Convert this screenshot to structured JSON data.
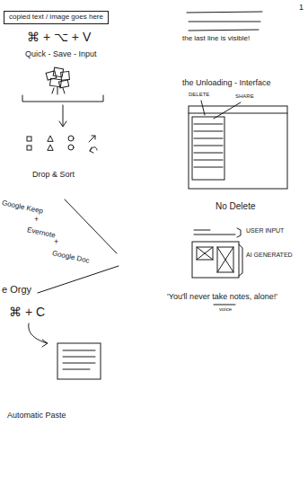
{
  "diagram": {
    "nodes": [
      {
        "text": [
          "copied text / image goes here"
        ]
      }
    ],
    "labels": [
      "1",
      "⌘ + ⌥ + V",
      "Quick - Save - Input",
      "Drop & Sort",
      "Google Keep",
      "+",
      "Evernote",
      "+",
      "Google Doc",
      "e Orgy",
      "⌘ + C",
      "Automatic Paste",
      "the last line is visible!",
      "the Unloading - Interface",
      "DELETE",
      "SHARE",
      "No Delete",
      "USER INPUT",
      "AI GENERATED",
      "'You'll never take notes, alone!'",
      "voice"
    ]
  }
}
